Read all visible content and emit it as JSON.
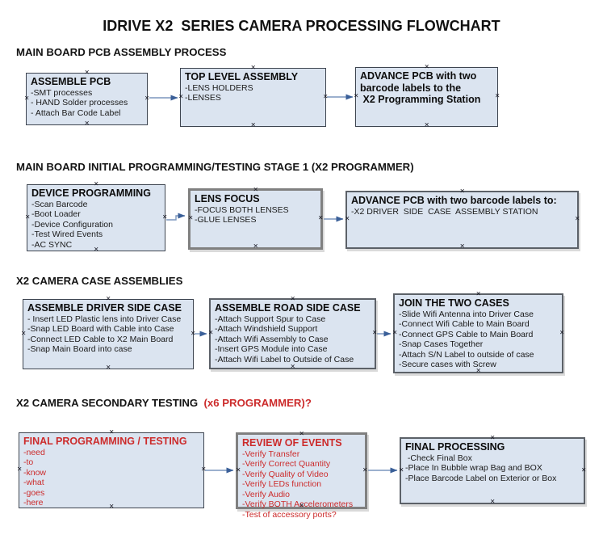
{
  "title": "IDRIVE X2  SERIES CAMERA PROCESSING FLOWCHART",
  "icons": {
    "connection_handle": "×"
  },
  "colors": {
    "box_fill": "#dbe4f0",
    "red_accent": "#cc2b2b",
    "arrow_line": "#7b96bd",
    "arrow_head": "#3a5f98"
  },
  "sections": [
    {
      "heading": "MAIN BOARD PCB ASSEMBLY PROCESS"
    },
    {
      "heading": "MAIN BOARD INITIAL PROGRAMMING/TESTING STAGE 1 (X2 PROGRAMMER)"
    },
    {
      "heading": "X2 CAMERA CASE ASSEMBLIES"
    },
    {
      "heading": "X2 CAMERA SECONDARY TESTING  ",
      "heading_red": "(x6 PROGRAMMER)?"
    }
  ],
  "boxes": [
    {
      "title": "ASSEMBLE PCB",
      "items": [
        "-SMT processes",
        "- HAND Solder processes",
        "- Attach Bar Code Label"
      ]
    },
    {
      "title": "TOP LEVEL ASSEMBLY",
      "items": [
        "-LENS HOLDERS",
        "-LENSES"
      ]
    },
    {
      "title": "ADVANCE PCB with two\nbarcode labels to the\n X2 Programming Station",
      "items": []
    },
    {
      "title": "DEVICE PROGRAMMING",
      "items": [
        "-Scan Barcode",
        "-Boot Loader",
        "-Device Configuration",
        "-Test Wired Events",
        "-AC SYNC"
      ]
    },
    {
      "title": "LENS FOCUS",
      "items": [
        "-FOCUS BOTH LENSES",
        "-GLUE LENSES"
      ]
    },
    {
      "title": "ADVANCE PCB with two barcode labels to:",
      "items": [
        "-X2 DRIVER  SIDE  CASE  ASSEMBLY STATION"
      ]
    },
    {
      "title": "ASSEMBLE DRIVER SIDE CASE",
      "items": [
        "- Insert LED Plastic lens into Driver Case",
        "-Snap LED Board with Cable into Case",
        "-Connect LED Cable to X2 Main Board",
        "-Snap Main Board into case"
      ]
    },
    {
      "title": "ASSEMBLE ROAD SIDE CASE",
      "items": [
        "-Attach Support Spur to Case",
        "-Attach Windshield Support",
        "-Attach Wifi Assembly to Case",
        "-Insert GPS Module into Case",
        "-Attach Wifi Label to Outside of Case"
      ]
    },
    {
      "title": "JOIN THE TWO CASES",
      "items": [
        "-Slide Wifi Antenna into Driver Case",
        "-Connect Wifi Cable to Main Board",
        "-Connect GPS Cable to Main Board",
        "-Snap Cases Together",
        "-Attach S/N Label to outside of case",
        "-Secure cases with Screw"
      ]
    },
    {
      "title": "FINAL PROGRAMMING / TESTING",
      "items": [
        "-need",
        "-to",
        "-know",
        "-what",
        "-goes",
        "-here"
      ]
    },
    {
      "title": "REVIEW OF EVENTS",
      "items": [
        "-Verify Transfer",
        "-Verify Correct Quantity",
        "-Verify Quality of Video",
        "-Verify LEDs function",
        "-Verify Audio",
        "-Verify BOTH Accelerometers",
        "-Test of accessory ports?"
      ]
    },
    {
      "title": "FINAL PROCESSING",
      "items": [
        " -Check Final Box",
        "-Place In Bubble wrap Bag and BOX",
        "-Place Barcode Label on Exterior or Box"
      ]
    }
  ]
}
